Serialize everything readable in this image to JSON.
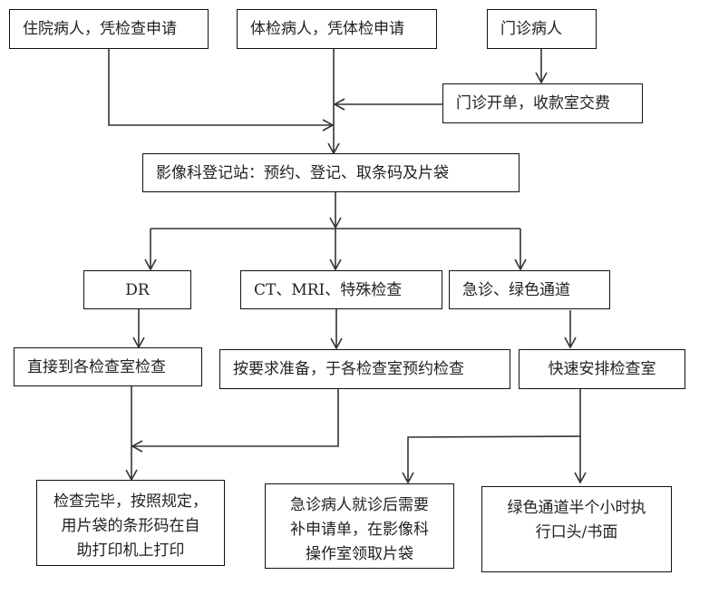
{
  "diagram": {
    "nodes": {
      "inpatient": "住院病人，凭检查申请",
      "physical_exam": "体检病人，凭体检申请",
      "outpatient": "门诊病人",
      "outpatient_billing": "门诊开单，收款室交费",
      "registration": "影像科登记站：预约、登记、取条码及片袋",
      "dr": "DR",
      "ct_mri": "CT、MRI、特殊检查",
      "emergency": "急诊、绿色通道",
      "dr_direct": "直接到各检查室检查",
      "ct_prepare": "按要求准备，于各检查室预约检查",
      "fast_arrange": "快速安排检查室",
      "print_result": [
        "检查完毕，按照规定，",
        "用片袋的条形码在自",
        "助打印机上打印"
      ],
      "emergency_followup": [
        "急诊病人就诊后需要",
        "补申请单，在影像科",
        "操作室领取片袋"
      ],
      "green_channel": [
        "绿色通道半个小时执",
        "行口头/书面"
      ]
    },
    "edges": [
      [
        "inpatient",
        "registration"
      ],
      [
        "physical_exam",
        "registration"
      ],
      [
        "outpatient",
        "outpatient_billing"
      ],
      [
        "outpatient_billing",
        "registration"
      ],
      [
        "registration",
        "dr"
      ],
      [
        "registration",
        "ct_mri"
      ],
      [
        "registration",
        "emergency"
      ],
      [
        "dr",
        "dr_direct"
      ],
      [
        "ct_mri",
        "ct_prepare"
      ],
      [
        "emergency",
        "fast_arrange"
      ],
      [
        "dr_direct",
        "print_result"
      ],
      [
        "ct_prepare",
        "print_result"
      ],
      [
        "fast_arrange",
        "emergency_followup"
      ],
      [
        "fast_arrange",
        "green_channel"
      ]
    ]
  }
}
